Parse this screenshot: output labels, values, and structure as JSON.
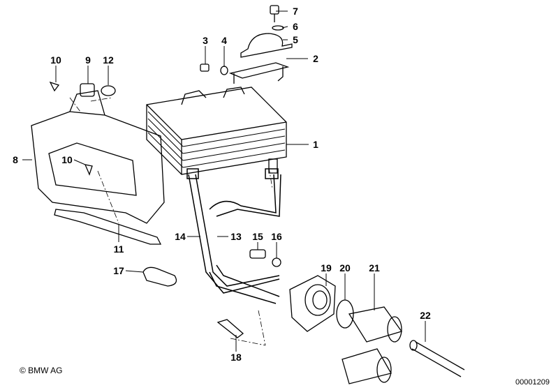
{
  "diagram": {
    "part_labels": [
      "7",
      "6",
      "5",
      "2",
      "3",
      "4",
      "10",
      "9",
      "12",
      "1",
      "8",
      "10",
      "14",
      "13",
      "15",
      "16",
      "11",
      "17",
      "19",
      "20",
      "21",
      "22",
      "18"
    ],
    "copyright": "© BMW AG",
    "diagram_number": "00001209"
  }
}
